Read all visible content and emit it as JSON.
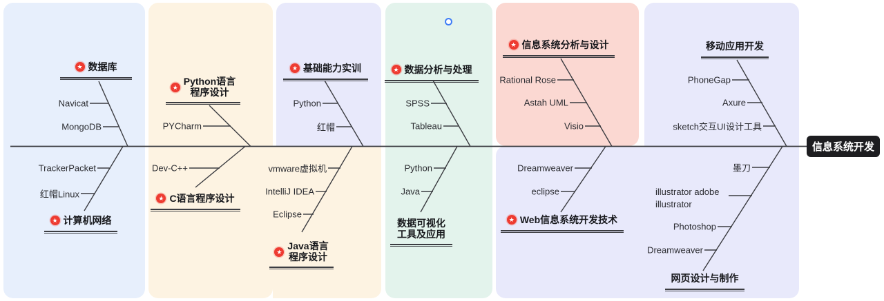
{
  "head": {
    "label": "信息系统开发"
  },
  "icons": {
    "category_star": "★"
  },
  "colors": {
    "blue": "#e7effc",
    "cream": "#fdf3e2",
    "lavender": "#e8e9fb",
    "green": "#e3f3ec",
    "pink": "#fbd8d2",
    "star": "#ee3b31",
    "line": "#3b3c41",
    "text": "#2b2c31",
    "title": "#17181c",
    "head_bg": "#1d1d20",
    "head_text": "#ffffff",
    "ring": "#3f7df6"
  },
  "branches": [
    {
      "title_lines": [
        "数据库"
      ],
      "has_star": true,
      "items": [
        "Navicat",
        "MongoDB"
      ]
    },
    {
      "title_lines": [
        "计算机网络"
      ],
      "has_star": true,
      "items": [
        "TrackerPacket",
        "红帽Linux"
      ]
    },
    {
      "title_lines": [
        "Python语言",
        "程序设计"
      ],
      "has_star": true,
      "items": [
        "PYCharm"
      ]
    },
    {
      "title_lines": [
        "C语言程序设计"
      ],
      "has_star": true,
      "items": [
        "Dev-C++"
      ]
    },
    {
      "title_lines": [
        "基础能力实训"
      ],
      "has_star": true,
      "items": [
        "Python",
        "红帽"
      ]
    },
    {
      "title_lines": [
        "Java语言",
        "程序设计"
      ],
      "has_star": true,
      "items": [
        "vmware虚拟机",
        "IntelliJ IDEA",
        "Eclipse"
      ]
    },
    {
      "title_lines": [
        "数据分析与处理"
      ],
      "has_star": true,
      "items": [
        "SPSS",
        "Tableau"
      ]
    },
    {
      "title_lines": [
        "数据可视化",
        "工具及应用"
      ],
      "has_star": false,
      "items": [
        "Python",
        "Java"
      ]
    },
    {
      "title_lines": [
        "信息系统分析与设计"
      ],
      "has_star": true,
      "items": [
        "Rational Rose",
        "Astah UML",
        "Visio"
      ]
    },
    {
      "title_lines": [
        "Web信息系统开发技术"
      ],
      "has_star": true,
      "items": [
        "Dreamweaver",
        "eclipse"
      ]
    },
    {
      "title_lines": [
        "移动应用开发"
      ],
      "has_star": false,
      "items": [
        "PhoneGap",
        "Axure",
        "sketch交互UI设计工具"
      ]
    },
    {
      "title_lines": [
        "网页设计与制作"
      ],
      "has_star": false,
      "items": [
        "墨刀",
        "illustrator adobe illustrator",
        "Photoshop",
        "Dreamweaver"
      ]
    }
  ]
}
